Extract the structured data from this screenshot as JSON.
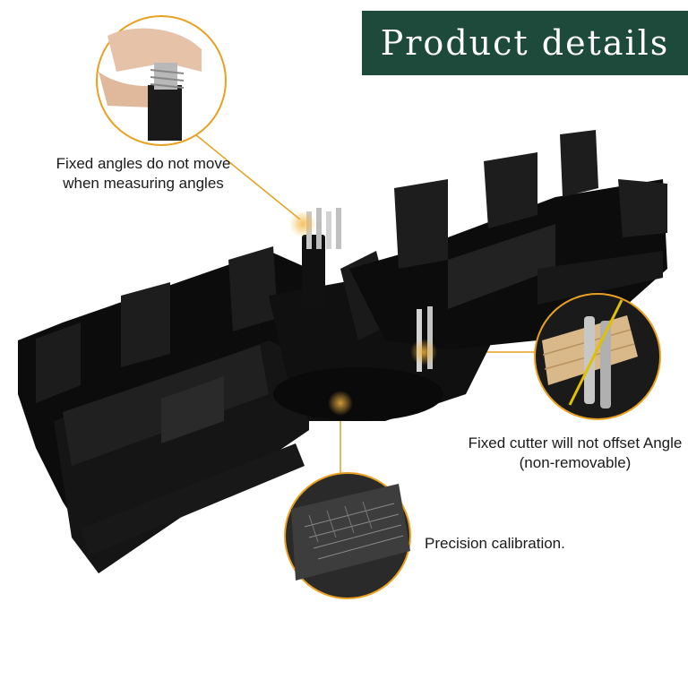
{
  "banner": {
    "title": "Product details",
    "bg_color": "#1e4a3b"
  },
  "accent_color": "#e8a020",
  "callouts": [
    {
      "text": "Fixed angles do not move when measuring angles",
      "detail": "wing-nut-bolt"
    },
    {
      "text": "Fixed cutter will not offset Angle (non-removable)",
      "detail": "metal-pins-with-wood"
    },
    {
      "text": "Precision calibration.",
      "detail": "angle-scale-markings"
    }
  ],
  "product": {
    "color": "#0d0d0d"
  }
}
